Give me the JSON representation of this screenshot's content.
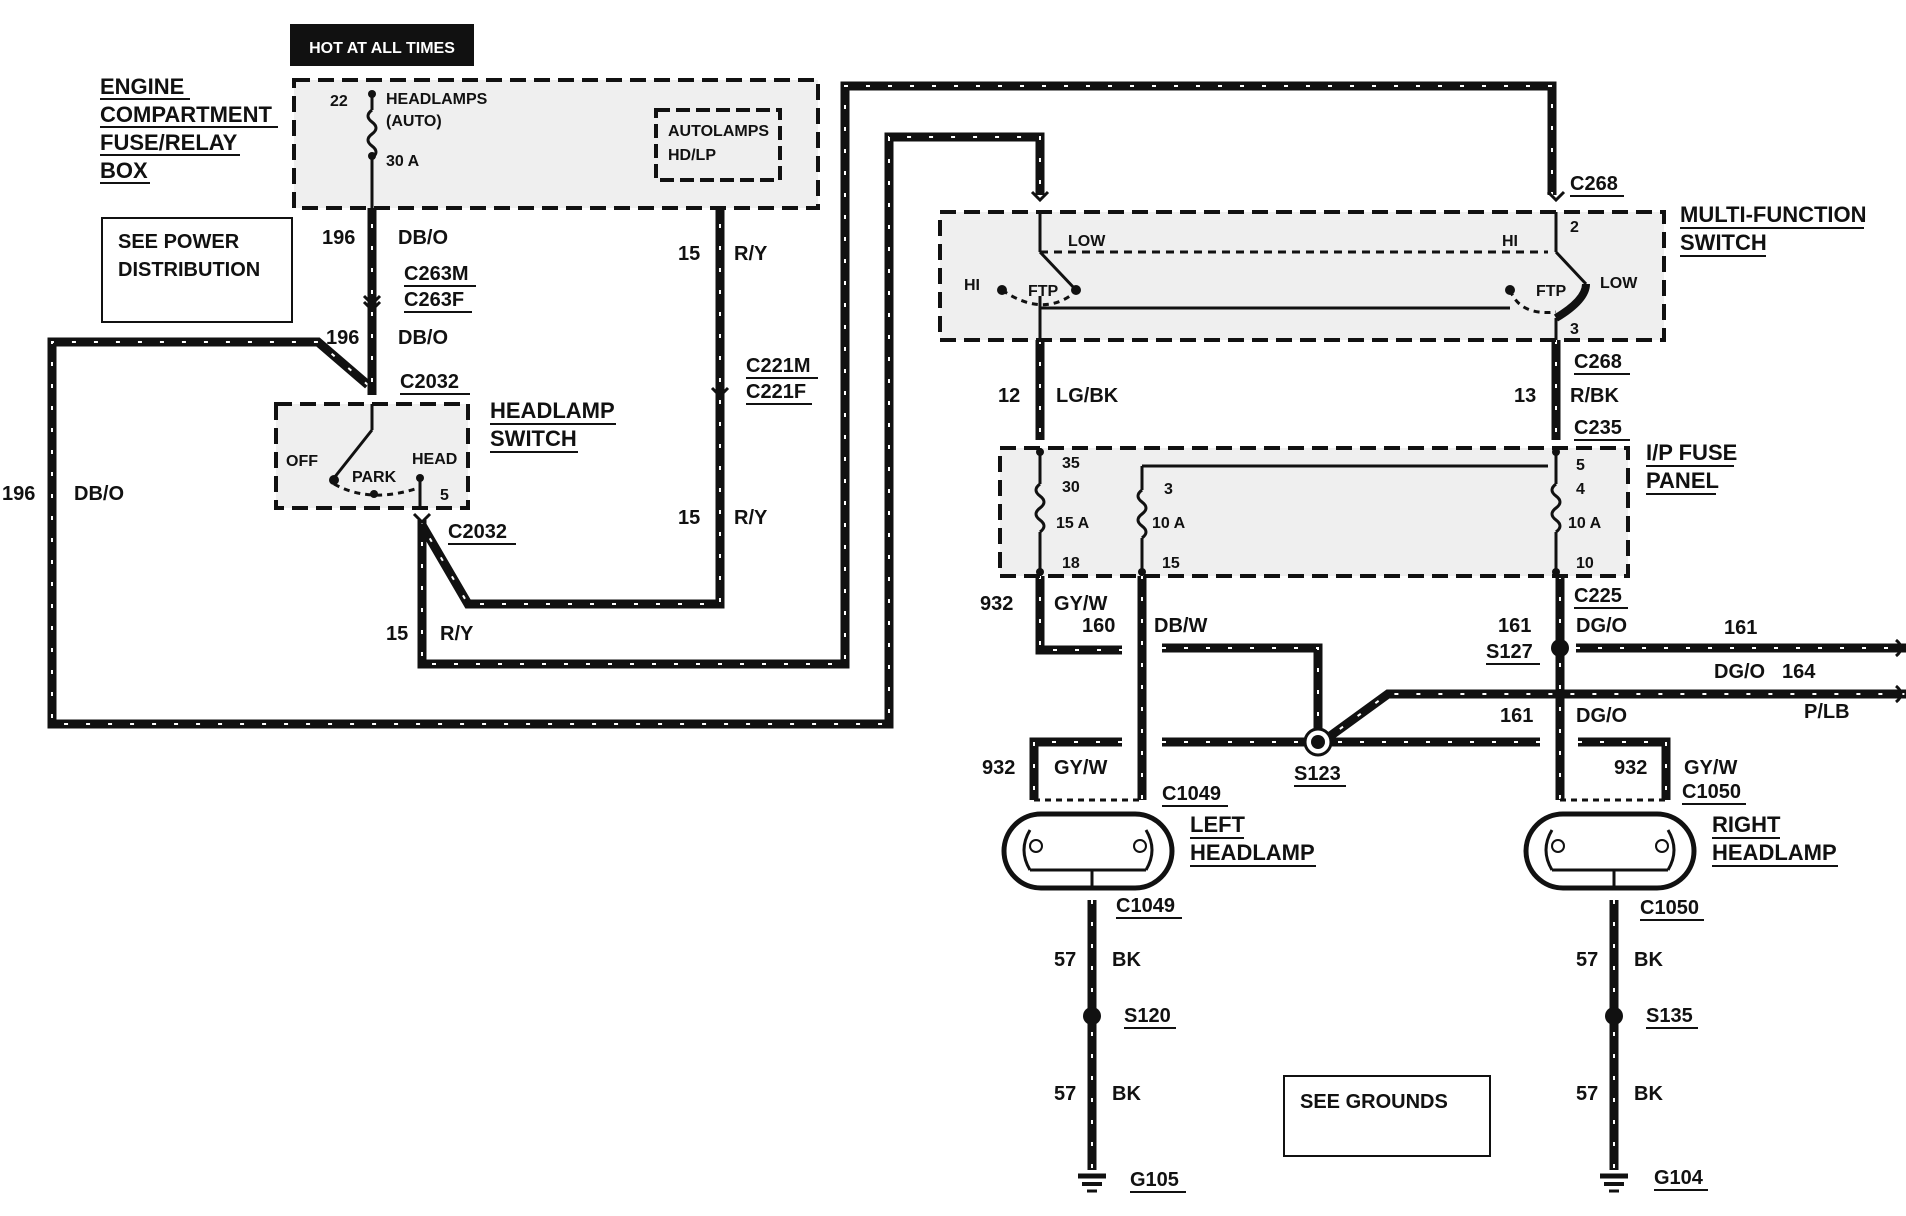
{
  "header": {
    "badge": "HOT AT ALL TIMES"
  },
  "components": {
    "fuse_relay_box": {
      "lines": [
        "ENGINE",
        "COMPARTMENT",
        "FUSE/RELAY",
        "BOX"
      ]
    },
    "fuse_headlamps": {
      "pin": "22",
      "name_line1": "HEADLAMPS",
      "name_line2": "(AUTO)",
      "rating": "30 A"
    },
    "autolamps_relay": {
      "line1": "AUTOLAMPS",
      "line2": "HD/LP"
    },
    "power_note": {
      "line1": "SEE POWER",
      "line2": "DISTRIBUTION"
    },
    "headlamp_switch": {
      "label_line1": "HEADLAMP",
      "label_line2": "SWITCH",
      "off": "OFF",
      "park": "PARK",
      "head": "HEAD",
      "pin": "5"
    },
    "multi_function_switch": {
      "label_line1": "MULTI-FUNCTION",
      "label_line2": "SWITCH",
      "low_left": "LOW",
      "hi_right": "HI",
      "hi_left": "HI",
      "ftp_left": "FTP",
      "ftp_right": "FTP",
      "low_right": "LOW",
      "pin_top": "2",
      "pin_bottom": "3"
    },
    "ip_fuse_panel": {
      "label_line1": "I/P FUSE",
      "label_line2": "PANEL",
      "fuse1": {
        "top_pin_a": "35",
        "top_pin_b": "30",
        "rating": "15 A",
        "bottom_pin": "18"
      },
      "fuse2": {
        "top_pin": "3",
        "rating": "10 A",
        "bottom_pin": "15"
      },
      "fuse3": {
        "top_pin_a": "5",
        "top_pin_b": "4",
        "rating": "10 A",
        "bottom_pin": "10"
      }
    },
    "left_headlamp": {
      "line1": "LEFT",
      "line2": "HEADLAMP"
    },
    "right_headlamp": {
      "line1": "RIGHT",
      "line2": "HEADLAMP"
    },
    "grounds_note": "SEE GROUNDS"
  },
  "connectors": {
    "c263m": "C263M",
    "c263f": "C263F",
    "c2032_top": "C2032",
    "c2032_bottom": "C2032",
    "c221m": "C221M",
    "c221f": "C221F",
    "c268_top": "C268",
    "c268_bottom": "C268",
    "c235": "C235",
    "c225": "C225",
    "s127": "S127",
    "s123": "S123",
    "c1049_top": "C1049",
    "c1049_bottom": "C1049",
    "c1050_top": "C1050",
    "c1050_bottom": "C1050",
    "s120": "S120",
    "s135": "S135",
    "g105": "G105",
    "g104": "G104"
  },
  "wires": {
    "w196a": {
      "circuit": "196",
      "color": "DB/O"
    },
    "w196b": {
      "circuit": "196",
      "color": "DB/O"
    },
    "w196c": {
      "circuit": "196",
      "color": "DB/O"
    },
    "w15a": {
      "circuit": "15",
      "color": "R/Y"
    },
    "w15b": {
      "circuit": "15",
      "color": "R/Y"
    },
    "w15c": {
      "circuit": "15",
      "color": "R/Y"
    },
    "w12": {
      "circuit": "12",
      "color": "LG/BK"
    },
    "w13": {
      "circuit": "13",
      "color": "R/BK"
    },
    "w932a": {
      "circuit": "932",
      "color": "GY/W"
    },
    "w160": {
      "circuit": "160",
      "color": "DB/W"
    },
    "w161a": {
      "circuit": "161",
      "color": "DG/O"
    },
    "w161b": {
      "circuit": "161"
    },
    "w164": {
      "circuit": "164",
      "color": "DG/O"
    },
    "w_plb": {
      "color": "P/LB"
    },
    "w161c": {
      "circuit": "161",
      "color": "DG/O"
    },
    "w932b": {
      "circuit": "932",
      "color": "GY/W"
    },
    "w932c": {
      "circuit": "932",
      "color": "GY/W"
    },
    "w57a": {
      "circuit": "57",
      "color": "BK"
    },
    "w57b": {
      "circuit": "57",
      "color": "BK"
    },
    "w57c": {
      "circuit": "57",
      "color": "BK"
    },
    "w57d": {
      "circuit": "57",
      "color": "BK"
    }
  }
}
